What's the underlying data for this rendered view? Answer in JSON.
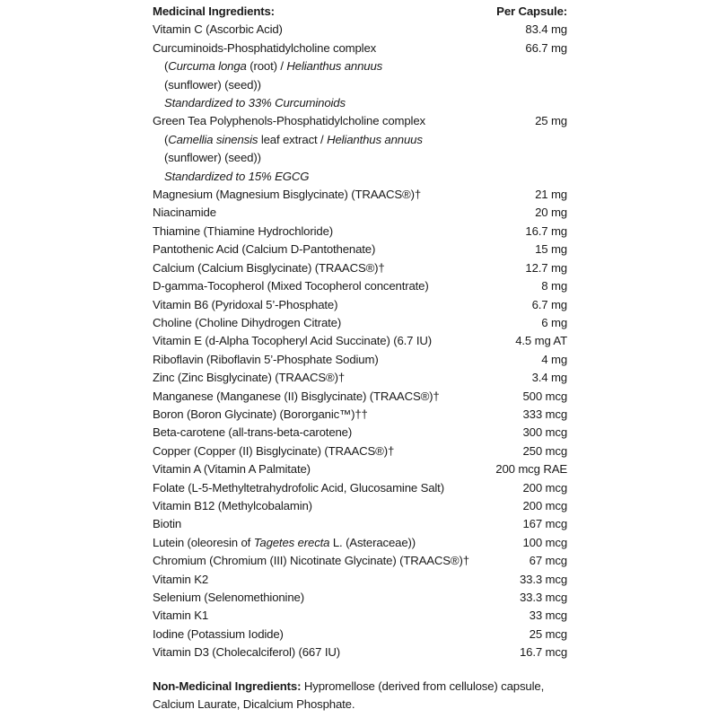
{
  "header": {
    "left": "Medicinal Ingredients:",
    "right": "Per Capsule:"
  },
  "rows": [
    {
      "name": "Vitamin C (Ascorbic Acid)",
      "amount": "83.4 mg"
    },
    {
      "name": "Curcuminoids-Phosphatidylcholine complex",
      "amount": "66.7 mg"
    },
    {
      "sub": true,
      "parts": [
        [
          "",
          "("
        ],
        [
          "i",
          "Curcuma longa"
        ],
        [
          "",
          " (root) / "
        ],
        [
          "i",
          "Helianthus annuus"
        ]
      ]
    },
    {
      "sub": true,
      "parts": [
        [
          "",
          "(sunflower) (seed))"
        ]
      ]
    },
    {
      "sub": true,
      "parts": [
        [
          "i",
          "Standardized to 33% Curcuminoids"
        ]
      ]
    },
    {
      "name": "Green Tea Polyphenols-Phosphatidylcholine complex",
      "amount": "25 mg"
    },
    {
      "sub": true,
      "parts": [
        [
          "",
          "("
        ],
        [
          "i",
          "Camellia sinensis"
        ],
        [
          "",
          " leaf extract / "
        ],
        [
          "i",
          "Helianthus annuus"
        ]
      ]
    },
    {
      "sub": true,
      "parts": [
        [
          "",
          "(sunflower) (seed))"
        ]
      ]
    },
    {
      "sub": true,
      "parts": [
        [
          "i",
          "Standardized to 15% EGCG"
        ]
      ]
    },
    {
      "name": "Magnesium (Magnesium Bisglycinate) (TRAACS®)†",
      "amount": "21 mg"
    },
    {
      "name": "Niacinamide",
      "amount": "20 mg"
    },
    {
      "name": "Thiamine (Thiamine Hydrochloride)",
      "amount": "16.7 mg"
    },
    {
      "name": "Pantothenic Acid (Calcium D-Pantothenate)",
      "amount": "15 mg"
    },
    {
      "name": "Calcium (Calcium Bisglycinate) (TRAACS®)†",
      "amount": "12.7 mg"
    },
    {
      "name": "D-gamma-Tocopherol (Mixed Tocopherol concentrate)",
      "amount": "8 mg"
    },
    {
      "name": "Vitamin B6 (Pyridoxal 5’-Phosphate)",
      "amount": "6.7 mg"
    },
    {
      "name": "Choline (Choline Dihydrogen Citrate)",
      "amount": "6 mg"
    },
    {
      "name": "Vitamin E (d-Alpha Tocopheryl Acid Succinate) (6.7 IU)",
      "amount": "4.5 mg AT"
    },
    {
      "name": "Riboflavin (Riboflavin 5’-Phosphate Sodium)",
      "amount": "4 mg"
    },
    {
      "name": "Zinc (Zinc Bisglycinate) (TRAACS®)†",
      "amount": "3.4 mg"
    },
    {
      "name": "Manganese (Manganese (II) Bisglycinate) (TRAACS®)†",
      "amount": "500 mcg"
    },
    {
      "name": "Boron (Boron Glycinate) (Bororganic™)††",
      "amount": "333 mcg"
    },
    {
      "name": "Beta-carotene (all-trans-beta-carotene)",
      "amount": "300 mcg"
    },
    {
      "name": "Copper (Copper (II) Bisglycinate) (TRAACS®)†",
      "amount": "250 mcg"
    },
    {
      "name": "Vitamin A (Vitamin A Palmitate)",
      "amount": "200 mcg RAE"
    },
    {
      "name": "Folate (L-5-Methyltetrahydrofolic Acid, Glucosamine Salt)",
      "amount": "200 mcg"
    },
    {
      "name": "Vitamin B12 (Methylcobalamin)",
      "amount": "200 mcg"
    },
    {
      "name": "Biotin",
      "amount": "167 mcg"
    },
    {
      "parts": [
        [
          "",
          "Lutein (oleoresin of "
        ],
        [
          "i",
          "Tagetes erecta"
        ],
        [
          "",
          " L. (Asteraceae))"
        ]
      ],
      "amount": "100 mcg"
    },
    {
      "name": "Chromium (Chromium (III) Nicotinate Glycinate) (TRAACS®)†",
      "amount": "67 mcg"
    },
    {
      "name": "Vitamin K2",
      "amount": "33.3 mcg"
    },
    {
      "name": "Selenium (Selenomethionine)",
      "amount": "33.3 mcg"
    },
    {
      "name": "Vitamin K1",
      "amount": "33 mcg"
    },
    {
      "name": "Iodine (Potassium Iodide)",
      "amount": "25 mcg"
    },
    {
      "name": "Vitamin D3 (Cholecalciferol) (667 IU)",
      "amount": "16.7 mcg"
    }
  ],
  "non_medicinal": {
    "label": "Non-Medicinal Ingredients:",
    "text": " Hypromellose (derived from cellulose) capsule, Calcium Laurate, Dicalcium Phosphate."
  }
}
